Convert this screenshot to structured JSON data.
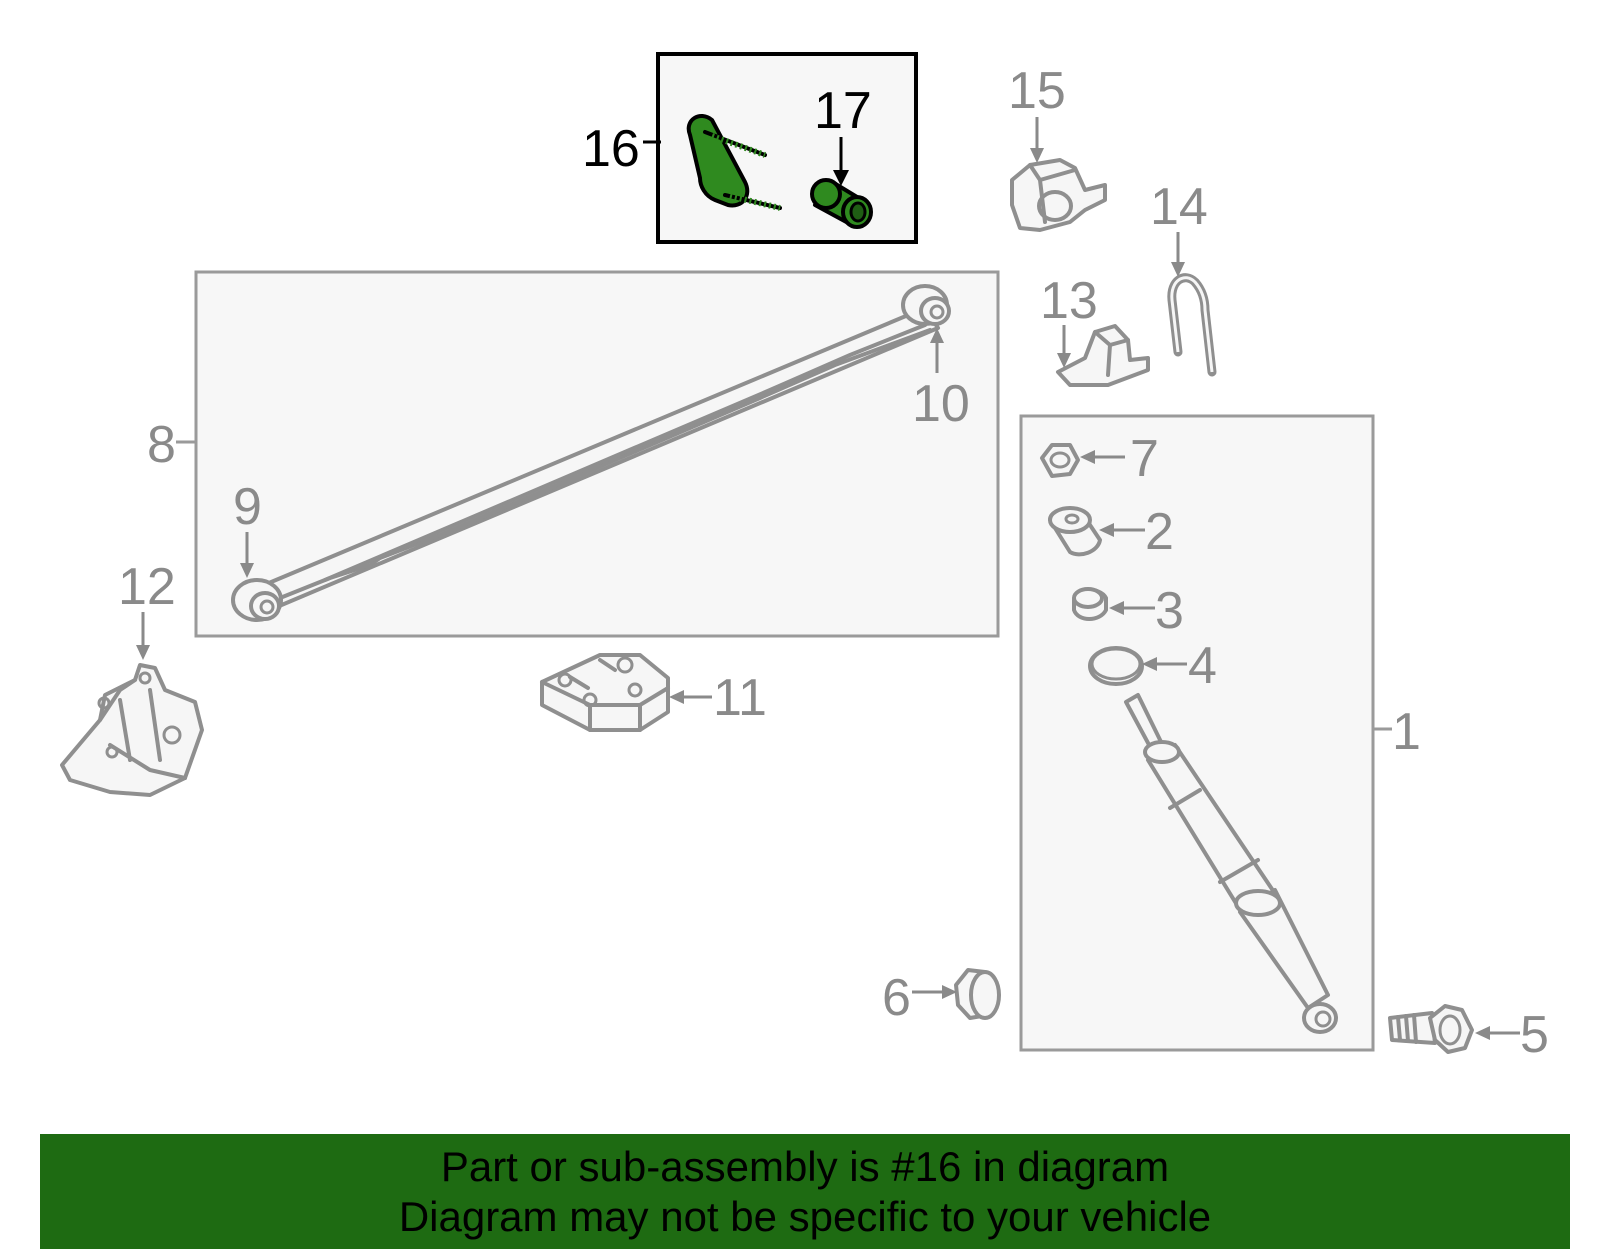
{
  "callouts": {
    "c1": "1",
    "c2": "2",
    "c3": "3",
    "c4": "4",
    "c5": "5",
    "c6": "6",
    "c7": "7",
    "c8": "8",
    "c9": "9",
    "c10": "10",
    "c11": "11",
    "c12": "12",
    "c13": "13",
    "c14": "14",
    "c15": "15",
    "c16": "16",
    "c17": "17"
  },
  "highlighted_part": "16",
  "colors": {
    "highlight_fill": "#2f8a1f",
    "banner_background": "#1e6b12",
    "callout_text": "#8a8a8a"
  },
  "banner": {
    "line1": "Part or sub-assembly is #16 in diagram",
    "line2": "Diagram may not be specific to your vehicle"
  }
}
